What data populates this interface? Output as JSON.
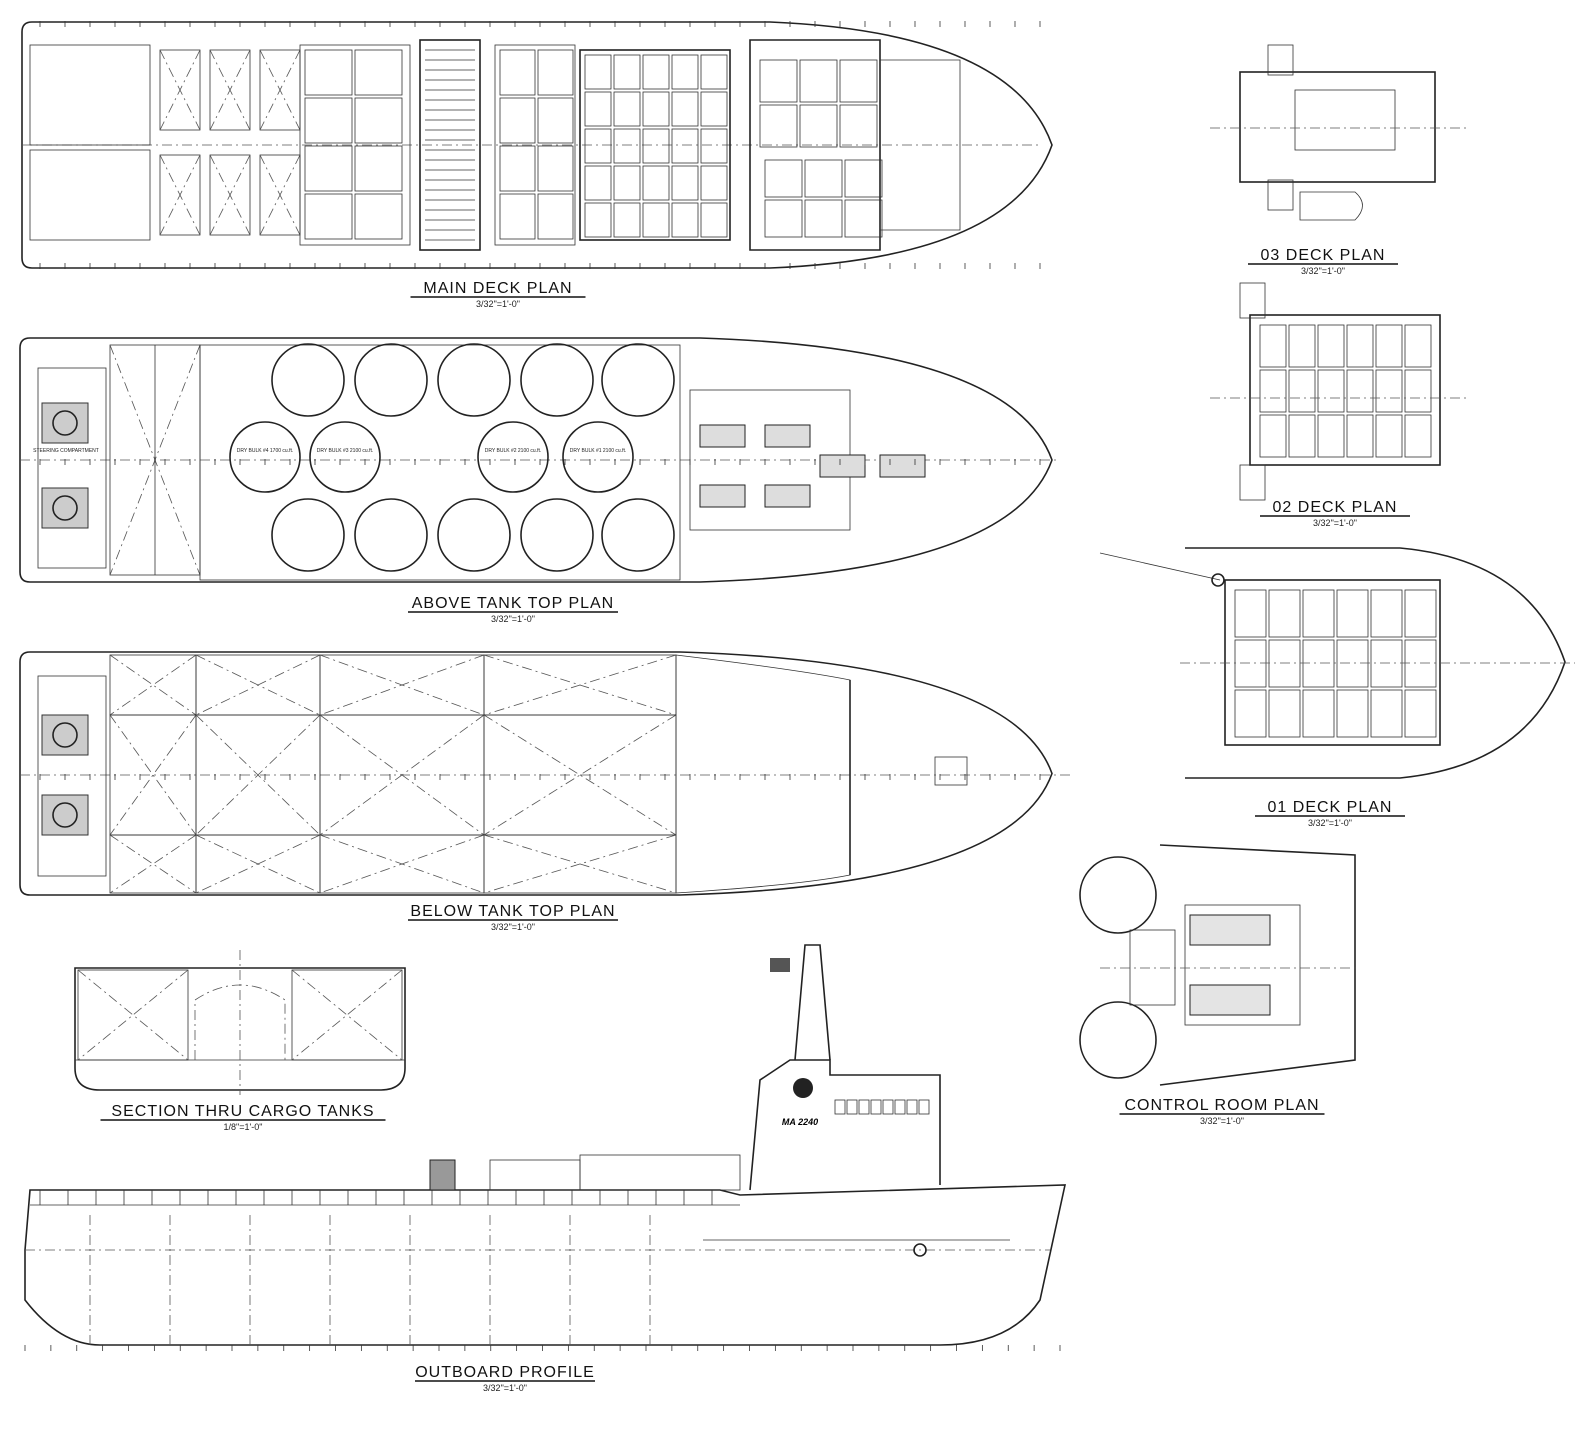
{
  "drawing": {
    "views": [
      {
        "id": "main-deck",
        "title": "MAIN DECK PLAN",
        "scale": "3/32\"=1'-0\""
      },
      {
        "id": "above-tank-top",
        "title": "ABOVE TANK TOP PLAN",
        "scale": "3/32\"=1'-0\""
      },
      {
        "id": "below-tank-top",
        "title": "BELOW TANK TOP PLAN",
        "scale": "3/32\"=1'-0\""
      },
      {
        "id": "section-cargo",
        "title": "SECTION THRU CARGO TANKS",
        "scale": "1/8\"=1'-0\""
      },
      {
        "id": "outboard-profile",
        "title": "OUTBOARD PROFILE",
        "scale": "3/32\"=1'-0\""
      },
      {
        "id": "deck-03",
        "title": "03 DECK PLAN",
        "scale": "3/32\"=1'-0\""
      },
      {
        "id": "deck-02",
        "title": "02 DECK PLAN",
        "scale": "3/32\"=1'-0\""
      },
      {
        "id": "deck-01",
        "title": "01 DECK PLAN",
        "scale": "3/32\"=1'-0\""
      },
      {
        "id": "control-room",
        "title": "CONTROL ROOM PLAN",
        "scale": "3/32\"=1'-0\""
      }
    ],
    "above_tank_labels": {
      "dry_bulk": [
        "DRY BULK #4 1700 cu.ft.",
        "DRY BULK #3 2100 cu.ft.",
        "DRY BULK #2 2100 cu.ft.",
        "DRY BULK #1 2100 cu.ft."
      ],
      "steering": "STEERING COMPARTMENT"
    },
    "hull_mark": "MA 2240"
  }
}
